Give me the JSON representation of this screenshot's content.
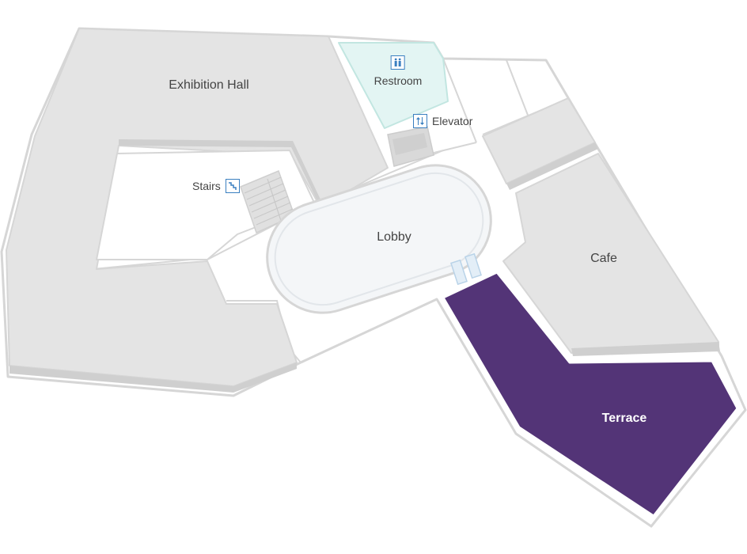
{
  "map": {
    "rooms": {
      "exhibition_hall": "Exhibition Hall",
      "restroom": "Restroom",
      "elevator": "Elevator",
      "stairs": "Stairs",
      "lobby": "Lobby",
      "cafe": "Cafe",
      "terrace": "Terrace"
    },
    "highlighted_room": "Terrace",
    "icons": {
      "restroom": "restroom-icon",
      "elevator": "elevator-icon",
      "stairs": "stairs-icon"
    },
    "colors": {
      "background": "#ffffff",
      "building_floor": "#ffffff",
      "building_outline": "#d6d6d6",
      "room_fill": "#e4e4e4",
      "room_shadow": "#cfcfcf",
      "restroom_fill": "#e3f5f3",
      "restroom_outline": "#c2e6e1",
      "lobby_fill": "#f4f6f8",
      "terrace_fill": "#533477",
      "icon_accent": "#3a7fc0"
    }
  }
}
